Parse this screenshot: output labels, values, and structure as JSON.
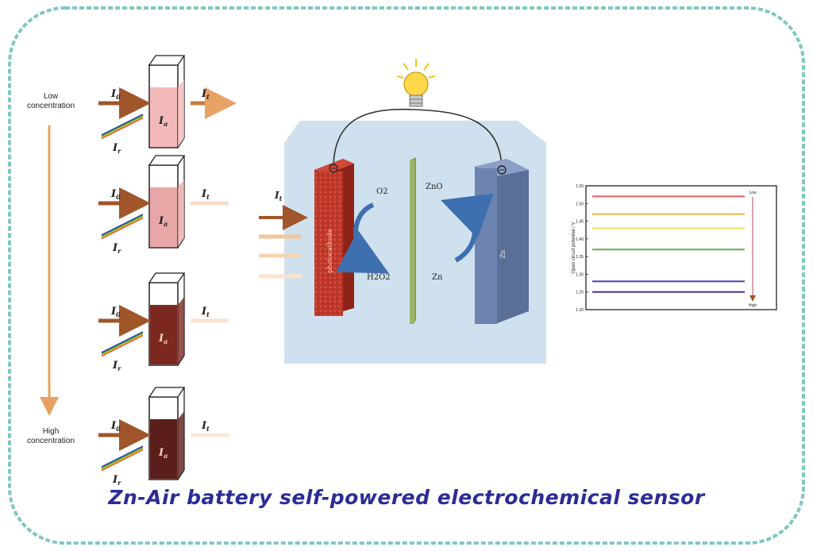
{
  "concentration": {
    "low": "Low\nconcentration",
    "high": "High\nconcentration"
  },
  "beams": {
    "incident": "I0",
    "transmitted": "It",
    "reflected": "Ir",
    "absorbed": "Ia"
  },
  "beam_levels": [
    0.95,
    0.45,
    0.25,
    0.1
  ],
  "cuvette_tints": [
    "#f3b9b9",
    "#e8a7a7",
    "#7a2820",
    "#5c1e1a"
  ],
  "cell": {
    "photocathode_label": "photocathode",
    "separator_label": "ZnO",
    "anode_label": "Zn",
    "reaction_top": "O2",
    "reaction_bottom": "H2O2",
    "zn_label": "Zn",
    "light_label": "It"
  },
  "chart_data": {
    "type": "line",
    "ylabel": "Open circuit potential / V",
    "yticks": [
      "1.55",
      "1.50",
      "1.45",
      "1.40",
      "1.35",
      "1.30",
      "1.25",
      "1.20"
    ],
    "arrow_top": "Low",
    "arrow_bottom": "High",
    "series": [
      {
        "color": "#e06060",
        "value": 1.52
      },
      {
        "color": "#f0b040",
        "value": 1.47
      },
      {
        "color": "#e8e060",
        "value": 1.43
      },
      {
        "color": "#60b040",
        "value": 1.37
      },
      {
        "color": "#4040b0",
        "value": 1.28
      },
      {
        "color": "#503090",
        "value": 1.25
      }
    ],
    "ylim": [
      1.2,
      1.55
    ]
  },
  "caption": "Zn-Air battery self-powered electrochemical sensor",
  "colors": {
    "border": "#7fc8c0",
    "panel": "#cfe1ee",
    "cathode": "#c0392b",
    "anode": "#6d84b0",
    "arrow": "#3e6fb0",
    "beam": "#a0552a"
  }
}
